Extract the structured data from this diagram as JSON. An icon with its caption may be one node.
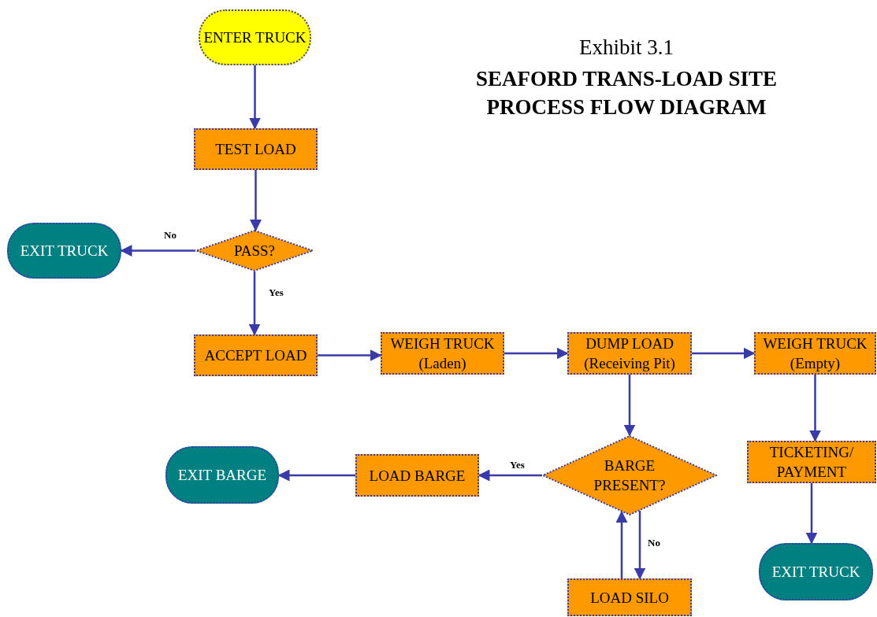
{
  "diagram": {
    "title": "SEAFORD TRANS-LOAD SITE PROCESS FLOW DIAGRAM",
    "nodes": [
      {
        "text": [
          "ENTER TRUCK"
        ]
      },
      {
        "text": [
          "TEST LOAD"
        ]
      },
      {
        "text": [
          "PASS?"
        ]
      },
      {
        "text": [
          "EXIT TRUCK"
        ]
      },
      {
        "text": [
          "ACCEPT LOAD"
        ]
      },
      {
        "text": [
          "WEIGH TRUCK (Laden)"
        ]
      },
      {
        "text": [
          "DUMP LOAD (Receiving Pit)"
        ]
      },
      {
        "text": [
          "WEIGH TRUCK (Empty)"
        ]
      },
      {
        "text": [
          "BARGE PRESENT?"
        ]
      },
      {
        "text": [
          "LOAD BARGE"
        ]
      },
      {
        "text": [
          "EXIT BARGE"
        ]
      },
      {
        "text": [
          "TICKETING/ PAYMENT"
        ]
      },
      {
        "text": [
          "LOAD SILO"
        ]
      },
      {
        "text": [
          "EXIT TRUCK"
        ]
      }
    ],
    "edges": [
      {
        "from": 0,
        "to": 1,
        "arrow": "to"
      },
      {
        "from": 1,
        "to": 2,
        "arrow": "to"
      },
      {
        "from": 2,
        "to": 3,
        "arrow": "to",
        "label": "No"
      },
      {
        "from": 2,
        "to": 4,
        "arrow": "to",
        "label": "Yes"
      },
      {
        "from": 4,
        "to": 5,
        "arrow": "to"
      },
      {
        "from": 5,
        "to": 6,
        "arrow": "to"
      },
      {
        "from": 6,
        "to": 7,
        "arrow": "to"
      },
      {
        "from": 6,
        "to": 8,
        "arrow": "to"
      },
      {
        "from": 8,
        "to": 9,
        "arrow": "to",
        "label": "Yes"
      },
      {
        "from": 9,
        "to": 10,
        "arrow": "to"
      },
      {
        "from": 8,
        "to": 12,
        "arrow": "to",
        "label": "No"
      },
      {
        "from": 12,
        "to": 8,
        "arrow": "to"
      },
      {
        "from": 7,
        "to": 11,
        "arrow": "to"
      },
      {
        "from": 11,
        "to": 13,
        "arrow": "to"
      }
    ],
    "labels": [
      "Exhibit 3.1"
    ]
  }
}
